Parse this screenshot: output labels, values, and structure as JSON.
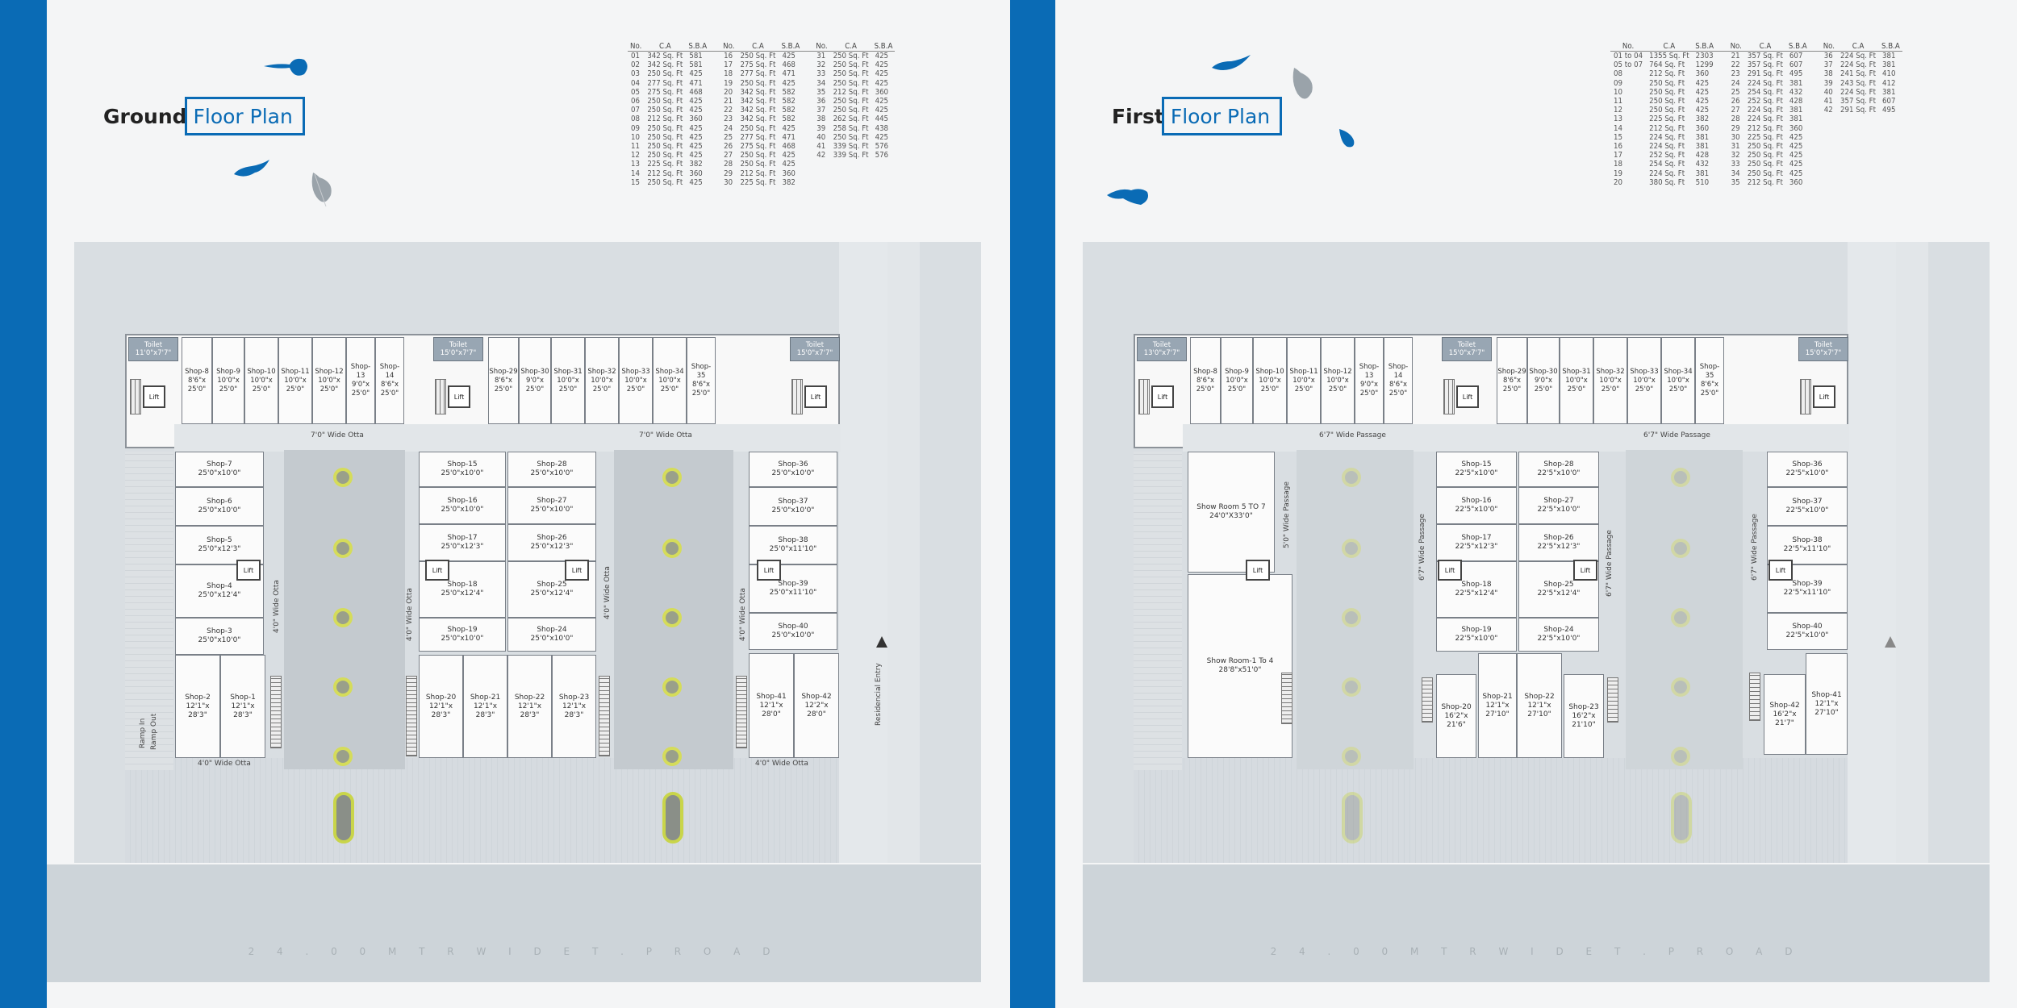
{
  "colors": {
    "accent": "#0a6bb5",
    "leaf_blue": "#0a6bb5",
    "leaf_grey": "#9aa3aa"
  },
  "left": {
    "title_bold": "Ground",
    "title_box": "Floor Plan",
    "table_headers": [
      "No.",
      "C.A",
      "S.B.A",
      "No.",
      "C.A",
      "S.B.A",
      "No.",
      "C.A",
      "S.B.A"
    ],
    "table_col1": [
      [
        "01",
        "342 Sq. Ft",
        "581"
      ],
      [
        "02",
        "342 Sq. Ft",
        "581"
      ],
      [
        "03",
        "250 Sq. Ft",
        "425"
      ],
      [
        "04",
        "277 Sq. Ft",
        "471"
      ],
      [
        "05",
        "275 Sq. Ft",
        "468"
      ],
      [
        "06",
        "250 Sq. Ft",
        "425"
      ],
      [
        "07",
        "250 Sq. Ft",
        "425"
      ],
      [
        "08",
        "212 Sq. Ft",
        "360"
      ],
      [
        "09",
        "250 Sq. Ft",
        "425"
      ],
      [
        "10",
        "250 Sq. Ft",
        "425"
      ],
      [
        "11",
        "250 Sq. Ft",
        "425"
      ],
      [
        "12",
        "250 Sq. Ft",
        "425"
      ],
      [
        "13",
        "225 Sq. Ft",
        "382"
      ],
      [
        "14",
        "212 Sq. Ft",
        "360"
      ],
      [
        "15",
        "250 Sq. Ft",
        "425"
      ]
    ],
    "table_col2": [
      [
        "16",
        "250 Sq. Ft",
        "425"
      ],
      [
        "17",
        "275 Sq. Ft",
        "468"
      ],
      [
        "18",
        "277 Sq. Ft",
        "471"
      ],
      [
        "19",
        "250 Sq. Ft",
        "425"
      ],
      [
        "20",
        "342 Sq. Ft",
        "582"
      ],
      [
        "21",
        "342 Sq. Ft",
        "582"
      ],
      [
        "22",
        "342 Sq. Ft",
        "582"
      ],
      [
        "23",
        "342 Sq. Ft",
        "582"
      ],
      [
        "24",
        "250 Sq. Ft",
        "425"
      ],
      [
        "25",
        "277 Sq. Ft",
        "471"
      ],
      [
        "26",
        "275 Sq. Ft",
        "468"
      ],
      [
        "27",
        "250 Sq. Ft",
        "425"
      ],
      [
        "28",
        "250 Sq. Ft",
        "425"
      ],
      [
        "29",
        "212 Sq. Ft",
        "360"
      ],
      [
        "30",
        "225 Sq. Ft",
        "382"
      ]
    ],
    "table_col3": [
      [
        "31",
        "250 Sq. Ft",
        "425"
      ],
      [
        "32",
        "250 Sq. Ft",
        "425"
      ],
      [
        "33",
        "250 Sq. Ft",
        "425"
      ],
      [
        "34",
        "250 Sq. Ft",
        "425"
      ],
      [
        "35",
        "212 Sq. Ft",
        "360"
      ],
      [
        "36",
        "250 Sq. Ft",
        "425"
      ],
      [
        "37",
        "250 Sq. Ft",
        "425"
      ],
      [
        "38",
        "262 Sq. Ft",
        "445"
      ],
      [
        "39",
        "258 Sq. Ft",
        "438"
      ],
      [
        "40",
        "250 Sq. Ft",
        "425"
      ],
      [
        "41",
        "339 Sq. Ft",
        "576"
      ],
      [
        "42",
        "339 Sq. Ft",
        "576"
      ]
    ],
    "toilets": [
      [
        "Toilet",
        "11'0\"x7'7\""
      ],
      [
        "Toilet",
        "15'0\"x7'7\""
      ],
      [
        "Toilet",
        "15'0\"x7'7\""
      ]
    ],
    "top_shops": [
      [
        "Shop-8",
        "8'6\"x",
        "25'0\""
      ],
      [
        "Shop-9",
        "10'0\"x",
        "25'0\""
      ],
      [
        "Shop-10",
        "10'0\"x",
        "25'0\""
      ],
      [
        "Shop-11",
        "10'0\"x",
        "25'0\""
      ],
      [
        "Shop-12",
        "10'0\"x",
        "25'0\""
      ],
      [
        "Shop-13",
        "9'0\"x",
        "25'0\""
      ],
      [
        "Shop-14",
        "8'6\"x",
        "25'0\""
      ],
      [
        "Shop-29",
        "8'6\"x",
        "25'0\""
      ],
      [
        "Shop-30",
        "9'0\"x",
        "25'0\""
      ],
      [
        "Shop-31",
        "10'0\"x",
        "25'0\""
      ],
      [
        "Shop-32",
        "10'0\"x",
        "25'0\""
      ],
      [
        "Shop-33",
        "10'0\"x",
        "25'0\""
      ],
      [
        "Shop-34",
        "10'0\"x",
        "25'0\""
      ],
      [
        "Shop-35",
        "8'6\"x",
        "25'0\""
      ]
    ],
    "left_shops": [
      [
        "Shop-7",
        "25'0\"x10'0\""
      ],
      [
        "Shop-6",
        "25'0\"x10'0\""
      ],
      [
        "Shop-5",
        "25'0\"x12'3\""
      ],
      [
        "Shop-4",
        "25'0\"x12'4\""
      ],
      [
        "Shop-3",
        "25'0\"x10'0\""
      ]
    ],
    "bottom_left_shops": [
      [
        "Shop-2",
        "12'1\"x",
        "28'3\""
      ],
      [
        "Shop-1",
        "12'1\"x",
        "28'3\""
      ]
    ],
    "mid_left": [
      [
        "Shop-15",
        "25'0\"x10'0\""
      ],
      [
        "Shop-16",
        "25'0\"x10'0\""
      ],
      [
        "Shop-17",
        "25'0\"x12'3\""
      ],
      [
        "Shop-18",
        "25'0\"x12'4\""
      ],
      [
        "Shop-19",
        "25'0\"x10'0\""
      ]
    ],
    "mid_right": [
      [
        "Shop-28",
        "25'0\"x10'0\""
      ],
      [
        "Shop-27",
        "25'0\"x10'0\""
      ],
      [
        "Shop-26",
        "25'0\"x12'3\""
      ],
      [
        "Shop-25",
        "25'0\"x12'4\""
      ],
      [
        "Shop-24",
        "25'0\"x10'0\""
      ]
    ],
    "mid_bottom": [
      [
        "Shop-20",
        "12'1\"x",
        "28'3\""
      ],
      [
        "Shop-21",
        "12'1\"x",
        "28'3\""
      ],
      [
        "Shop-22",
        "12'1\"x",
        "28'3\""
      ],
      [
        "Shop-23",
        "12'1\"x",
        "28'3\""
      ]
    ],
    "right_shops": [
      [
        "Shop-36",
        "25'0\"x10'0\""
      ],
      [
        "Shop-37",
        "25'0\"x10'0\""
      ],
      [
        "Shop-38",
        "25'0\"x11'10\""
      ],
      [
        "Shop-39",
        "25'0\"x11'10\""
      ],
      [
        "Shop-40",
        "25'0\"x10'0\""
      ]
    ],
    "bottom_right_shops": [
      [
        "Shop-41",
        "12'1\"x",
        "28'0\""
      ],
      [
        "Shop-42",
        "12'2\"x",
        "28'0\""
      ]
    ],
    "lift": "Lift",
    "otta_top": "7'0\" Wide Otta",
    "otta_side": "4'0\" Wide Otta",
    "otta_bottom": "4'0\" Wide Otta",
    "ramp_in": "Ramp In",
    "ramp_out": "Ramp Out",
    "residential_entry": "Residencial Entry",
    "road": "2 4 . 0 0 M T R W I D E T . P R O A D"
  },
  "right": {
    "title_bold": "First",
    "title_box": "Floor Plan",
    "table_headers": [
      "No.",
      "C.A",
      "S.B.A",
      "No.",
      "C.A",
      "S.B.A",
      "No.",
      "C.A",
      "S.B.A"
    ],
    "table_col1": [
      [
        "01 to 04",
        "1355 Sq. Ft",
        "2303"
      ],
      [
        "05 to 07",
        "764 Sq. Ft",
        "1299"
      ],
      [
        "08",
        "212 Sq. Ft",
        "360"
      ],
      [
        "09",
        "250 Sq. Ft",
        "425"
      ],
      [
        "10",
        "250 Sq. Ft",
        "425"
      ],
      [
        "11",
        "250 Sq. Ft",
        "425"
      ],
      [
        "12",
        "250 Sq. Ft",
        "425"
      ],
      [
        "13",
        "225 Sq. Ft",
        "382"
      ],
      [
        "14",
        "212 Sq. Ft",
        "360"
      ],
      [
        "15",
        "224 Sq. Ft",
        "381"
      ],
      [
        "16",
        "224 Sq. Ft",
        "381"
      ],
      [
        "17",
        "252 Sq. Ft",
        "428"
      ],
      [
        "18",
        "254 Sq. Ft",
        "432"
      ],
      [
        "19",
        "224 Sq. Ft",
        "381"
      ],
      [
        "20",
        "380 Sq. Ft",
        "510"
      ]
    ],
    "table_col2": [
      [
        "21",
        "357 Sq. Ft",
        "607"
      ],
      [
        "22",
        "357 Sq. Ft",
        "607"
      ],
      [
        "23",
        "291 Sq. Ft",
        "495"
      ],
      [
        "24",
        "224 Sq. Ft",
        "381"
      ],
      [
        "25",
        "254 Sq. Ft",
        "432"
      ],
      [
        "26",
        "252 Sq. Ft",
        "428"
      ],
      [
        "27",
        "224 Sq. Ft",
        "381"
      ],
      [
        "28",
        "224 Sq. Ft",
        "381"
      ],
      [
        "29",
        "212 Sq. Ft",
        "360"
      ],
      [
        "30",
        "225 Sq. Ft",
        "425"
      ],
      [
        "31",
        "250 Sq. Ft",
        "425"
      ],
      [
        "32",
        "250 Sq. Ft",
        "425"
      ],
      [
        "33",
        "250 Sq. Ft",
        "425"
      ],
      [
        "34",
        "250 Sq. Ft",
        "425"
      ],
      [
        "35",
        "212 Sq. Ft",
        "360"
      ]
    ],
    "table_col3": [
      [
        "36",
        "224 Sq. Ft",
        "381"
      ],
      [
        "37",
        "224 Sq. Ft",
        "381"
      ],
      [
        "38",
        "241 Sq. Ft",
        "410"
      ],
      [
        "39",
        "243 Sq. Ft",
        "412"
      ],
      [
        "40",
        "224 Sq. Ft",
        "381"
      ],
      [
        "41",
        "357 Sq. Ft",
        "607"
      ],
      [
        "42",
        "291 Sq. Ft",
        "495"
      ]
    ],
    "toilets": [
      [
        "Toilet",
        "13'0\"x7'7\""
      ],
      [
        "Toilet",
        "15'0\"x7'7\""
      ],
      [
        "Toilet",
        "15'0\"x7'7\""
      ]
    ],
    "top_shops": [
      [
        "Shop-8",
        "8'6\"x",
        "25'0\""
      ],
      [
        "Shop-9",
        "10'0\"x",
        "25'0\""
      ],
      [
        "Shop-10",
        "10'0\"x",
        "25'0\""
      ],
      [
        "Shop-11",
        "10'0\"x",
        "25'0\""
      ],
      [
        "Shop-12",
        "10'0\"x",
        "25'0\""
      ],
      [
        "Shop-13",
        "9'0\"x",
        "25'0\""
      ],
      [
        "Shop-14",
        "8'6\"x",
        "25'0\""
      ],
      [
        "Shop-29",
        "8'6\"x",
        "25'0\""
      ],
      [
        "Shop-30",
        "9'0\"x",
        "25'0\""
      ],
      [
        "Shop-31",
        "10'0\"x",
        "25'0\""
      ],
      [
        "Shop-32",
        "10'0\"x",
        "25'0\""
      ],
      [
        "Shop-33",
        "10'0\"x",
        "25'0\""
      ],
      [
        "Shop-34",
        "10'0\"x",
        "25'0\""
      ],
      [
        "Shop-35",
        "8'6\"x",
        "25'0\""
      ]
    ],
    "showroom_a": [
      "Show Room 5 TO 7",
      "24'0\"X33'0\""
    ],
    "showroom_b": [
      "Show Room-1 To 4",
      "28'8\"x51'0\""
    ],
    "mid_left": [
      [
        "Shop-15",
        "22'5\"x10'0\""
      ],
      [
        "Shop-16",
        "22'5\"x10'0\""
      ],
      [
        "Shop-17",
        "22'5\"x12'3\""
      ],
      [
        "Shop-18",
        "22'5\"x12'4\""
      ],
      [
        "Shop-19",
        "22'5\"x10'0\""
      ]
    ],
    "mid_right": [
      [
        "Shop-28",
        "22'5\"x10'0\""
      ],
      [
        "Shop-27",
        "22'5\"x10'0\""
      ],
      [
        "Shop-26",
        "22'5\"x12'3\""
      ],
      [
        "Shop-25",
        "22'5\"x12'4\""
      ],
      [
        "Shop-24",
        "22'5\"x10'0\""
      ]
    ],
    "mid_bottom": [
      [
        "Shop-20",
        "16'2\"x",
        "21'6\""
      ],
      [
        "Shop-21",
        "12'1\"x",
        "27'10\""
      ],
      [
        "Shop-22",
        "12'1\"x",
        "27'10\""
      ],
      [
        "Shop-23",
        "16'2\"x",
        "21'10\""
      ]
    ],
    "right_shops": [
      [
        "Shop-36",
        "22'5\"x10'0\""
      ],
      [
        "Shop-37",
        "22'5\"x10'0\""
      ],
      [
        "Shop-38",
        "22'5\"x11'10\""
      ],
      [
        "Shop-39",
        "22'5\"x11'10\""
      ],
      [
        "Shop-40",
        "22'5\"x10'0\""
      ]
    ],
    "bottom_right_shops": [
      [
        "Shop-42",
        "16'2\"x",
        "21'7\""
      ],
      [
        "Shop-41",
        "12'1\"x",
        "27'10\""
      ]
    ],
    "lift": "Lift",
    "passage_top": "6'7\" Wide Passage",
    "passage_5": "5'0\" Wide Passage",
    "passage_6": "6'7\" Wide Passage",
    "road": "2 4 . 0 0 M T R W I D E T . P R O A D"
  }
}
